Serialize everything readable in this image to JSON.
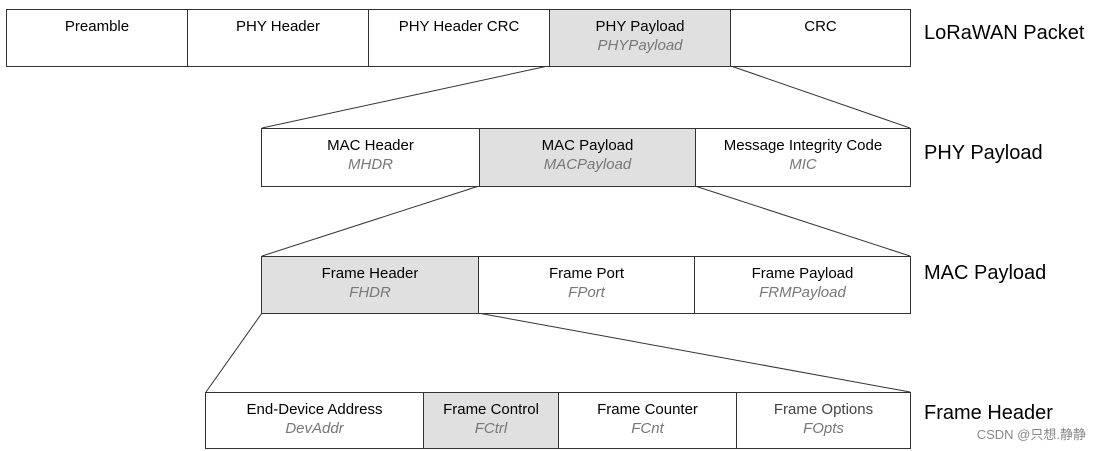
{
  "diagram": {
    "rows": [
      {
        "label": "LoRaWAN Packet",
        "cells": [
          {
            "main": "Preamble",
            "sub": "",
            "highlight": false
          },
          {
            "main": "PHY Header",
            "sub": "",
            "highlight": false
          },
          {
            "main": "PHY Header CRC",
            "sub": "",
            "highlight": false
          },
          {
            "main": "PHY Payload",
            "sub": "PHYPayload",
            "highlight": true
          },
          {
            "main": "CRC",
            "sub": "",
            "highlight": false
          }
        ]
      },
      {
        "label": "PHY Payload",
        "cells": [
          {
            "main": "MAC Header",
            "sub": "MHDR",
            "highlight": false
          },
          {
            "main": "MAC Payload",
            "sub": "MACPayload",
            "highlight": true
          },
          {
            "main": "Message Integrity Code",
            "sub": "MIC",
            "highlight": false
          }
        ]
      },
      {
        "label": "MAC Payload",
        "cells": [
          {
            "main": "Frame Header",
            "sub": "FHDR",
            "highlight": true
          },
          {
            "main": "Frame Port",
            "sub": "FPort",
            "highlight": false
          },
          {
            "main": "Frame Payload",
            "sub": "FRMPayload",
            "highlight": false
          }
        ]
      },
      {
        "label": "Frame Header",
        "cells": [
          {
            "main": "End-Device Address",
            "sub": "DevAddr",
            "highlight": false
          },
          {
            "main": "Frame Control",
            "sub": "FCtrl",
            "highlight": true
          },
          {
            "main": "Frame Counter",
            "sub": "FCnt",
            "highlight": false
          },
          {
            "main": "Frame Options",
            "sub": "FOpts",
            "highlight": false
          }
        ]
      }
    ],
    "watermark": "CSDN @只想.静静",
    "colors": {
      "highlight": "#e0e0e0",
      "border": "#333333",
      "subtext": "#777777"
    }
  }
}
